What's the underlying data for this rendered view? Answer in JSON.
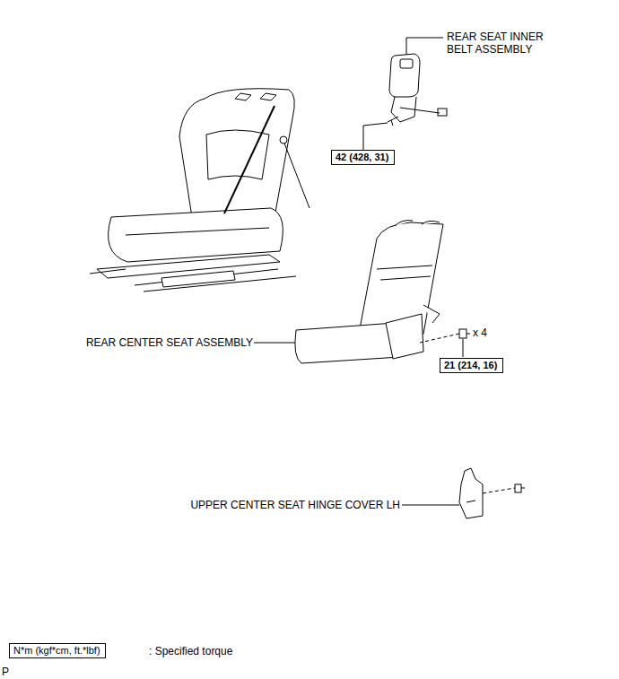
{
  "diagram": {
    "nodes": [
      {
        "text": [
          "42 (428, 31)"
        ]
      },
      {
        "text": [
          "21 (214, 16)"
        ]
      },
      {
        "text": [
          "N*m (kgf*cm, ft.*lbf)"
        ]
      }
    ],
    "labels": [
      "REAR SEAT INNER BELT ASSEMBLY",
      "REAR CENTER SEAT ASSEMBLY",
      "x 4",
      "UPPER CENTER SEAT HINGE COVER LH",
      ": Specified torque",
      "P"
    ]
  }
}
